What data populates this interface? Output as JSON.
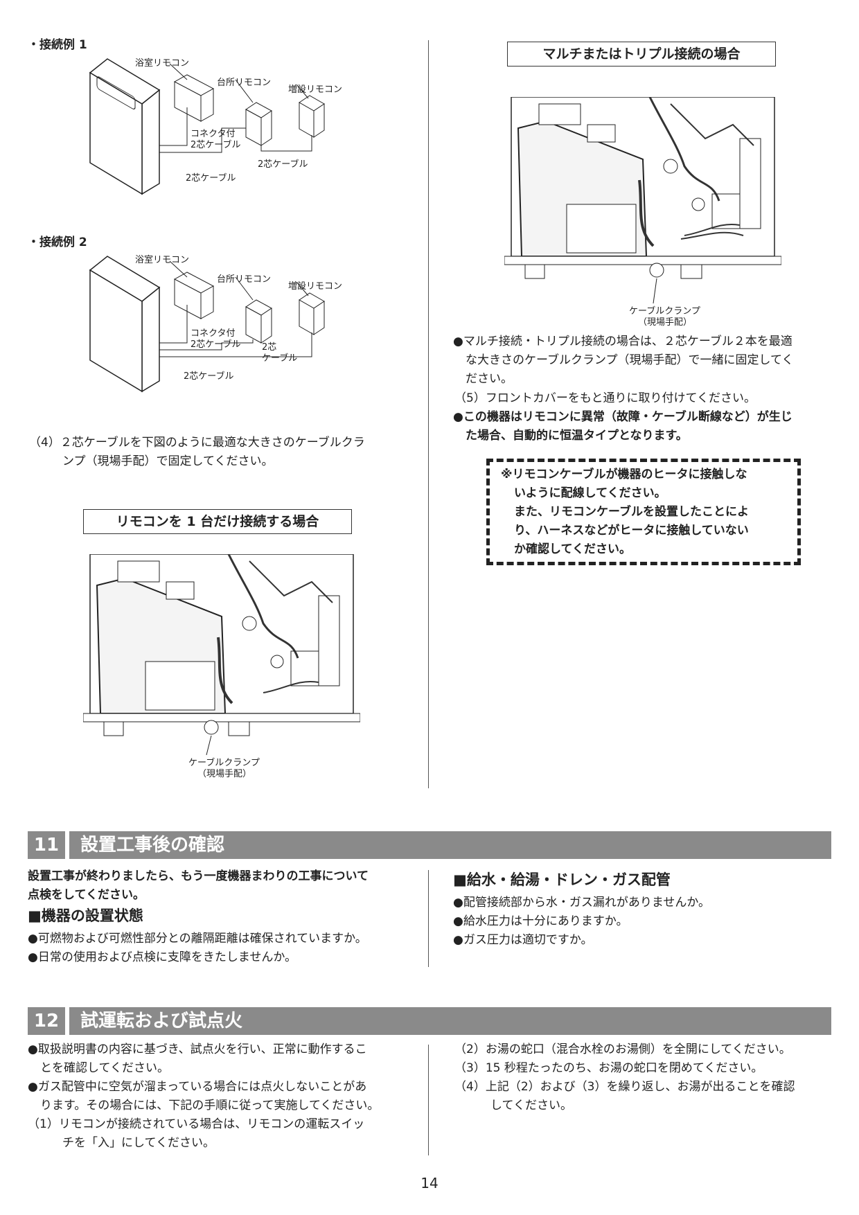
{
  "left": {
    "ex1": {
      "title": "・接続例 1",
      "bath_remote": "浴室リモコン",
      "kitchen_remote": "台所リモコン",
      "extra_remote": "増設リモコン",
      "connector_cable_1": "コネクタ付",
      "connector_cable_2": "2芯ケーブル",
      "cable_a": "2芯ケーブル",
      "cable_b": "2芯ケーブル"
    },
    "ex2": {
      "title": "・接続例 2",
      "bath_remote": "浴室リモコン",
      "kitchen_remote": "台所リモコン",
      "extra_remote": "増設リモコン",
      "connector_cable_1": "コネクタ付",
      "connector_cable_2": "2芯ケーブル",
      "cable_c1": "2芯",
      "cable_c2": "ケーブル",
      "cable_b": "2芯ケーブル"
    },
    "step4_1": "（4）２芯ケーブルを下図のように最適な大きさのケーブルクラ",
    "step4_2": "ンプ（現場手配）で固定してください。",
    "single_box": "リモコンを 1 台だけ接続する場合",
    "clamp_1": "ケーブルクランプ",
    "clamp_2": "（現場手配）"
  },
  "right": {
    "multi_box": "マルチまたはトリプル接続の場合",
    "clamp_1": "ケーブルクランプ",
    "clamp_2": "（現場手配）",
    "b1_1": "●マルチ接続・トリプル接続の場合は、２芯ケーブル２本を最適",
    "b1_2": "な大きさのケーブルクランプ（現場手配）で一緒に固定してく",
    "b1_3": "ださい。",
    "step5": "（5）フロントカバーをもと通りに取り付けてください。",
    "b2_1": "●この機器はリモコンに異常（故障・ケーブル断線など）が生じ",
    "b2_2": "た場合、自動的に恒温タイプとなります。",
    "note_1": "※リモコンケーブルが機器のヒータに接触しな",
    "note_2": "いように配線してください。",
    "note_3": "また、リモコンケーブルを設置したことによ",
    "note_4": "り、ハーネスなどがヒータに接触していない",
    "note_5": "か確認してください。"
  },
  "sec11": {
    "num": "11",
    "title": "設置工事後の確認",
    "intro_1": "設置工事が終わりましたら、もう一度機器まわりの工事について",
    "intro_2": "点検をしてください。",
    "h_a": "■機器の設置状態",
    "a1": "●可燃物および可燃性部分との離隔距離は確保されていますか。",
    "a2": "●日常の使用および点検に支障をきたしませんか。",
    "h_b": "■給水・給湯・ドレン・ガス配管",
    "b1": "●配管接続部から水・ガス漏れがありませんか。",
    "b2": "●給水圧力は十分にありますか。",
    "b3": "●ガス圧力は適切ですか。"
  },
  "sec12": {
    "num": "12",
    "title": "試運転および試点火",
    "l1_1": "●取扱説明書の内容に基づき、試点火を行い、正常に動作するこ",
    "l1_2": "とを確認してください。",
    "l2_1": "●ガス配管中に空気が溜まっている場合には点火しないことがあ",
    "l2_2": "ります。その場合には、下記の手順に従って実施してください。",
    "l3_1": "（1）リモコンが接続されている場合は、リモコンの運転スイッ",
    "l3_2": "チを「入」にしてください。",
    "r1": "（2）お湯の蛇口（混合水栓のお湯側）を全開にしてください。",
    "r2": "（3）15 秒程たったのち、お湯の蛇口を閉めてください。",
    "r3_1": "（4）上記（2）および（3）を繰り返し、お湯が出ることを確認",
    "r3_2": "してください。"
  },
  "page_number": "14"
}
